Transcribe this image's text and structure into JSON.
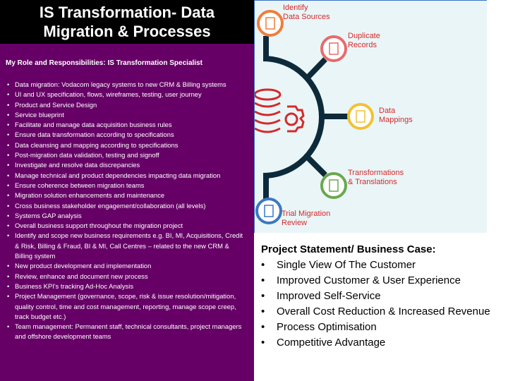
{
  "title": {
    "line1": "IS Transformation- Data",
    "line2": "Migration & Processes"
  },
  "role_heading": "My Role and Responsibilities: IS Transformation Specialist",
  "responsibilities": [
    "Data migration: Vodacom legacy systems to new CRM & Billing systems",
    "UI and UX specification, flows, wireframes, testing, user journey",
    "Product and Service Design",
    "Service blueprint",
    "Facilitate and manage data acquisition business rules",
    "Ensure data transformation according to specifications",
    "Data cleansing and mapping according to specifications",
    "Post-migration data validation, testing and signoff",
    "Investigate and resolve data discrepancies",
    "Manage technical and product dependencies impacting data migration",
    "Ensure coherence between migration teams",
    "Migration solution enhancements and maintenance",
    "Cross business stakeholder engagement/collaboration (all levels)",
    "Systems GAP analysis",
    "Overall business support throughout the migration project",
    "Identify and scope new business requirements e.g. BI, MI, Acquisitions, Credit & Risk, Billing & Fraud, BI & MI, Call Centres – related to the new CRM & Billing system",
    "New product development and implementation",
    "Review, enhance and document new process",
    "Business KPI's tracking Ad-Hoc Analysis",
    "Project Management (governance, scope, risk & issue resolution/mitigation, quality control, time and cost management, reporting, manage scope creep, track budget etc.)",
    "Team management: Permanent staff, technical consultants, project managers and offshore development teams"
  ],
  "diagram": {
    "steps": [
      {
        "label1": "Identify",
        "label2": "Data Sources",
        "icon": "spreadsheet-icon",
        "color": "#f07d3a"
      },
      {
        "label1": "Duplicate",
        "label2": "Records",
        "icon": "copy-icon",
        "color": "#e86a6a"
      },
      {
        "label1": "Data",
        "label2": "Mappings",
        "icon": "document-edit-icon",
        "color": "#f1c232"
      },
      {
        "label1": "Transformations",
        "label2": "& Translations",
        "icon": "globe-icon",
        "color": "#6aa84f"
      },
      {
        "label1": "Trial Migration",
        "label2": "Review",
        "icon": "document-search-icon",
        "color": "#3d78c0"
      }
    ],
    "center_icon": "database-gear-icon"
  },
  "statement": {
    "title": "Project Statement/ Business Case:",
    "items": [
      "Single View Of The Customer",
      "Improved Customer & User Experience",
      "Improved Self-Service",
      "Overall Cost Reduction & Increased Revenue",
      "Process Optimisation",
      "Competitive Advantage"
    ]
  }
}
